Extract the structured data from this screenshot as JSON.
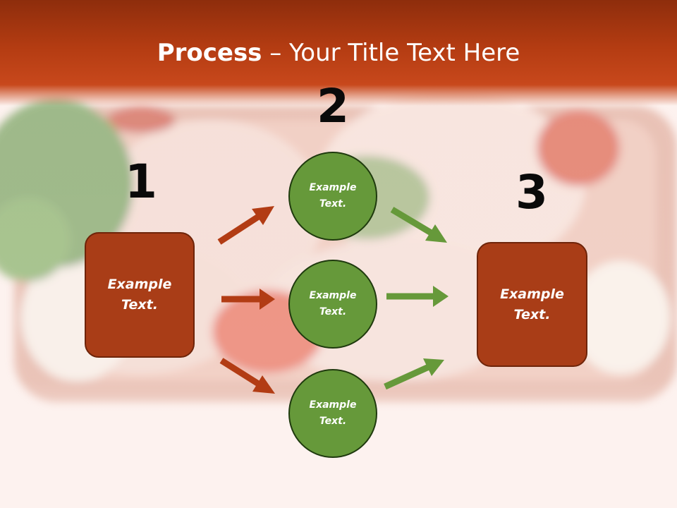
{
  "title": {
    "bold": "Process",
    "rest": " – Your Title Text Here"
  },
  "steps": {
    "one": "1",
    "two": "2",
    "three": "3"
  },
  "left_box": {
    "text": "Example Text."
  },
  "right_box": {
    "text": "Example Text."
  },
  "circles": [
    {
      "text": "Example Text."
    },
    {
      "text": "Example Text."
    },
    {
      "text": "Example Text."
    }
  ],
  "colors": {
    "title_bar": "#b43c12",
    "box_fill": "#a93d17",
    "circle_fill": "#66993a",
    "arrow_red": "#b23c14",
    "arrow_green": "#66993a"
  }
}
